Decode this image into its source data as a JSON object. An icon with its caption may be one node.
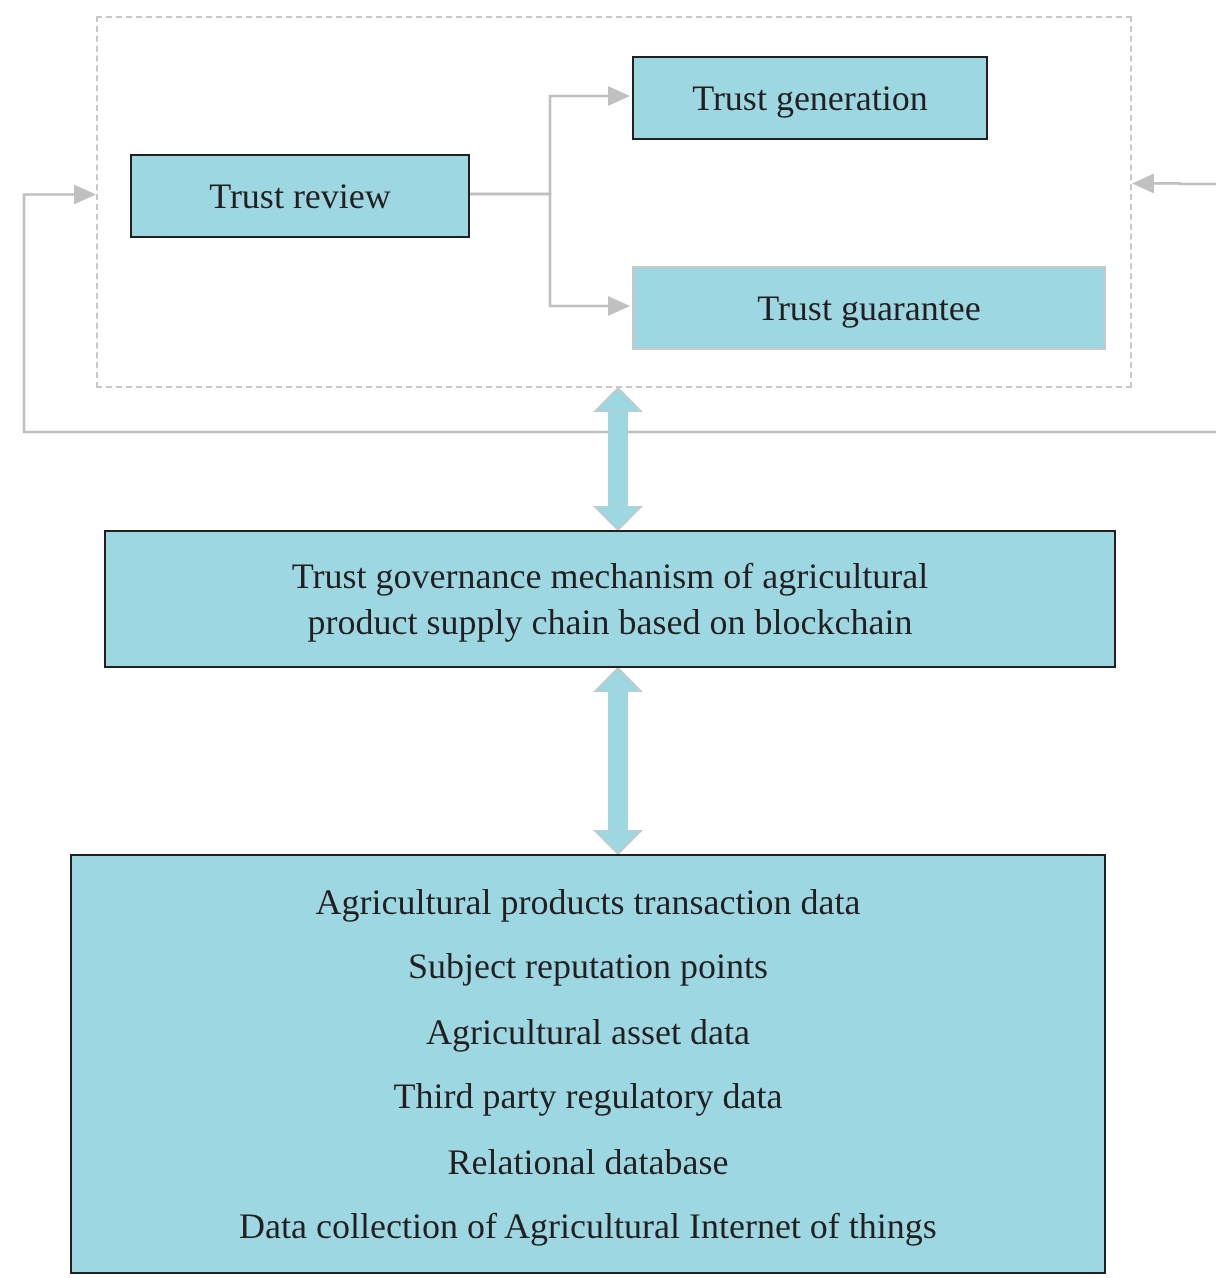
{
  "diagram": {
    "nodes": [
      {
        "text": [],
        "shape": "box"
      },
      {
        "text": [
          "Trust review"
        ],
        "in": 0
      },
      {
        "text": [
          "Trust generation"
        ],
        "in": 0
      },
      {
        "text": [
          "Trust guarantee"
        ],
        "in": 0
      },
      {
        "text": [
          "Trust governance mechanism of agricultural product supply chain based on blockchain"
        ]
      },
      {
        "text": [
          "Agricultural products transaction data",
          "Subject reputation points",
          "Agricultural asset data",
          "Third party regulatory data",
          "Relational database",
          "Data collection of Agricultural Internet of things"
        ]
      }
    ],
    "edges": [
      {
        "from": 1,
        "to": 2,
        "arrow": "to"
      },
      {
        "from": 1,
        "to": 3,
        "arrow": "to"
      },
      {
        "from": null,
        "to": 0,
        "arrow": "to"
      },
      {
        "from": null,
        "to": 0,
        "arrow": "to"
      },
      {
        "from": 0,
        "to": 4,
        "arrow": "both",
        "style": "thick",
        "color": "#9dd8e2"
      },
      {
        "from": 4,
        "to": 5,
        "arrow": "both",
        "style": "thick",
        "color": "#9dd8e2"
      }
    ]
  }
}
